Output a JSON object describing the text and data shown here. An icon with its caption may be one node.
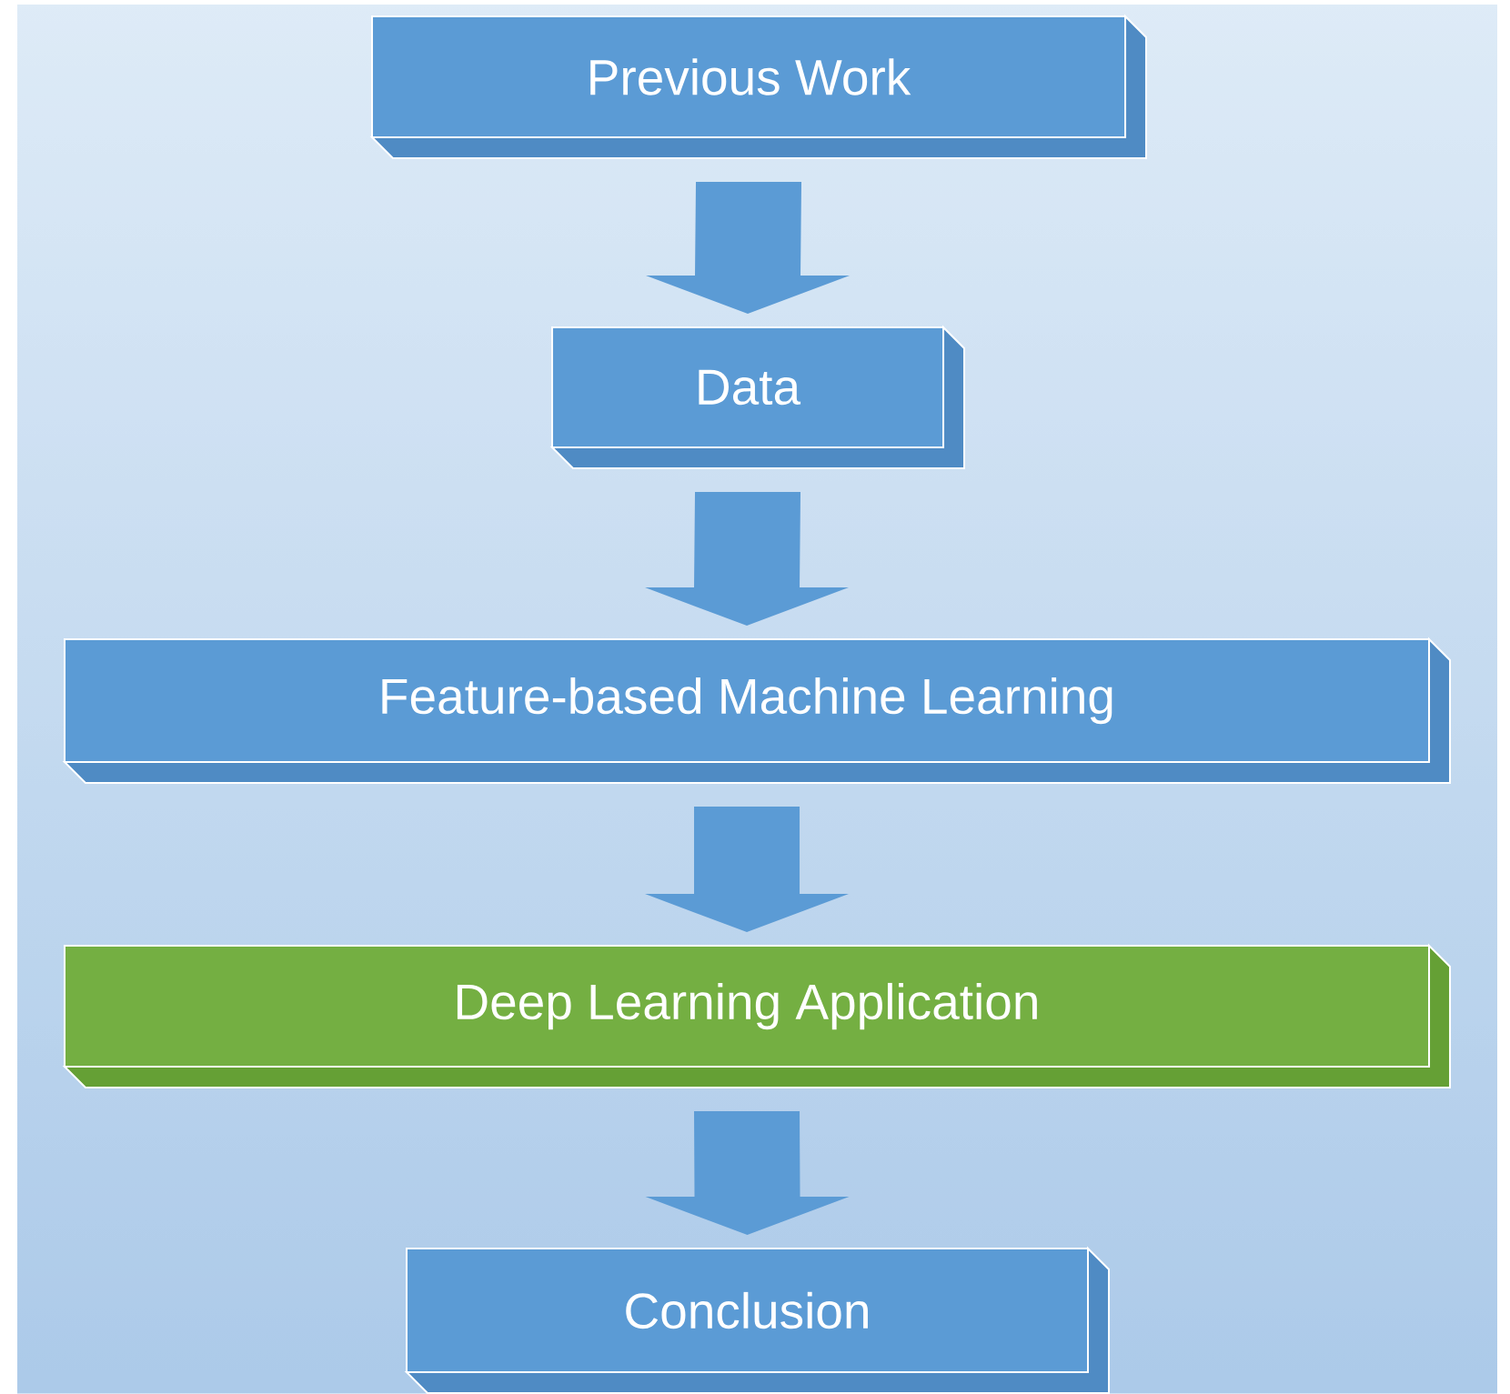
{
  "diagram": {
    "nodes": [
      {
        "text": [
          "Previous Work"
        ]
      },
      {
        "text": [
          "Data"
        ]
      },
      {
        "text": [
          "Feature-based Machine Learning"
        ]
      },
      {
        "text": [
          "Deep Learning Application"
        ]
      },
      {
        "text": [
          "Conclusion"
        ]
      }
    ],
    "edges": [
      {
        "from": 0,
        "to": 1,
        "arrow": "to"
      },
      {
        "from": 1,
        "to": 2,
        "arrow": "to"
      },
      {
        "from": 2,
        "to": 3,
        "arrow": "to"
      },
      {
        "from": 3,
        "to": 4,
        "arrow": "to"
      }
    ]
  }
}
